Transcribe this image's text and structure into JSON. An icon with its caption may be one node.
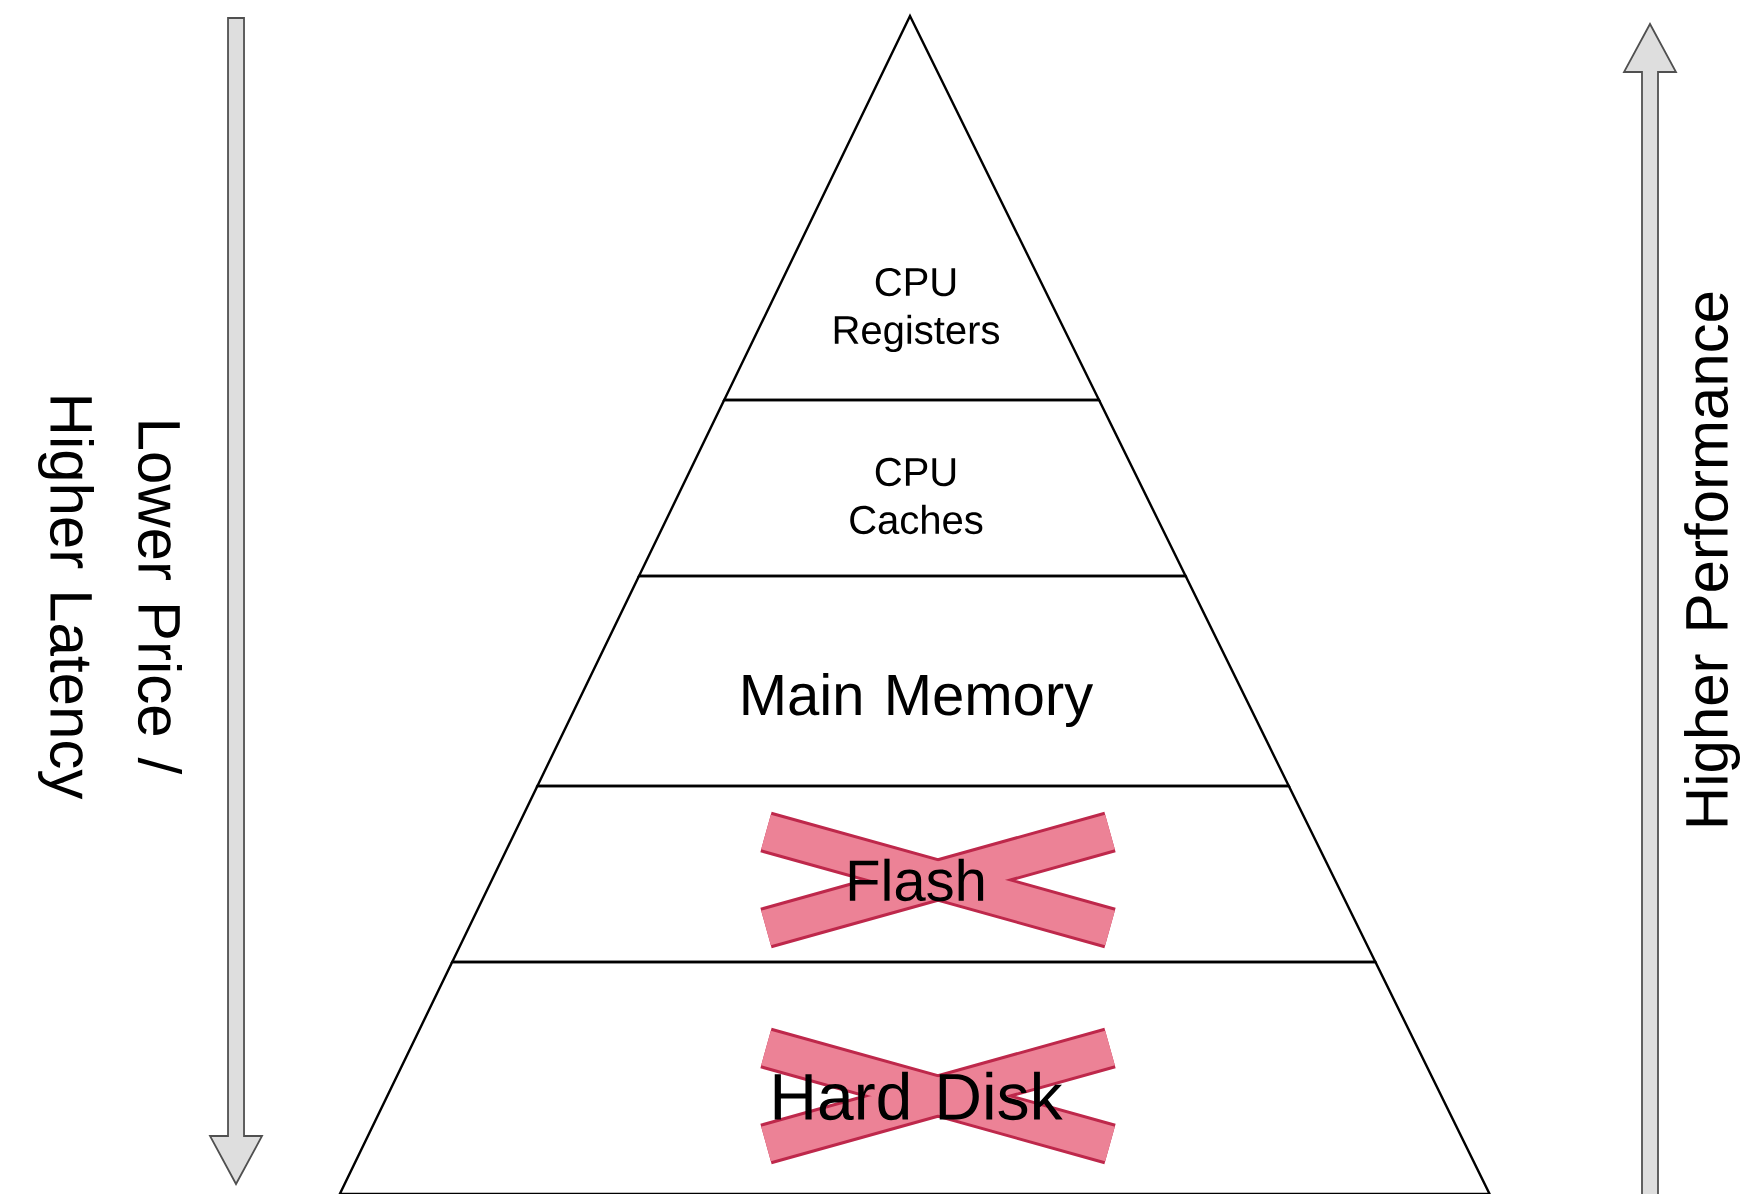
{
  "diagram": {
    "nodes": [
      {
        "text": [
          "CPU Registers"
        ]
      },
      {
        "text": [
          "CPU Caches"
        ]
      },
      {
        "text": [
          "Main Memory"
        ]
      },
      {
        "text": [
          "Flash"
        ]
      },
      {
        "text": [
          "Hard Disk"
        ]
      }
    ],
    "labels": [
      "Lower Price / Higher Latency",
      "Higher Performance"
    ]
  }
}
